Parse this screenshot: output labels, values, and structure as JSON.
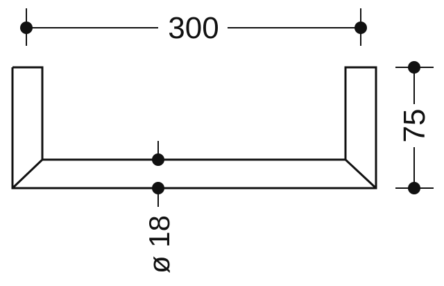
{
  "dimensions": {
    "width_label": "300",
    "height_label": "75",
    "diameter_label": "ø 18"
  },
  "colors": {
    "stroke": "#111111",
    "background": "#ffffff"
  }
}
